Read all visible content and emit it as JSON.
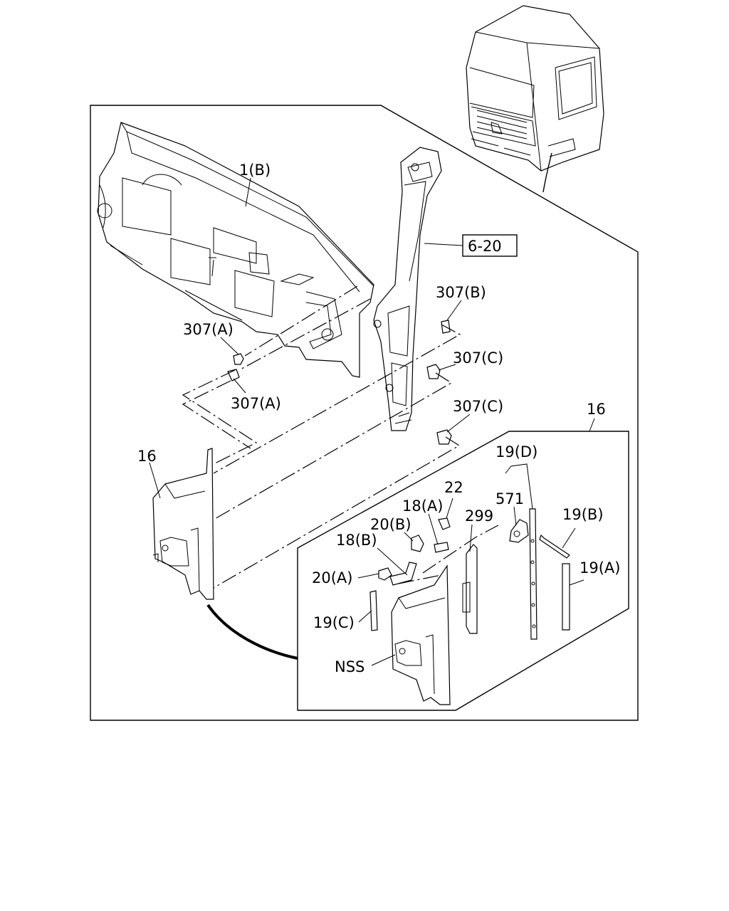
{
  "labels": {
    "part_1b": "1(B)",
    "ref_6_20": "6-20",
    "part_307b": "307(B)",
    "part_307a_upper": "307(A)",
    "part_307a_lower": "307(A)",
    "part_307c_upper": "307(C)",
    "part_307c_lower": "307(C)",
    "part_16_main": "16",
    "part_16_detail": "16",
    "part_19d": "19(D)",
    "part_22": "22",
    "part_18a": "18(A)",
    "part_571": "571",
    "part_20b": "20(B)",
    "part_299": "299",
    "part_19b": "19(B)",
    "part_18b": "18(B)",
    "part_19a": "19(A)",
    "part_20a": "20(A)",
    "part_19c": "19(C)",
    "part_nss": "NSS"
  }
}
